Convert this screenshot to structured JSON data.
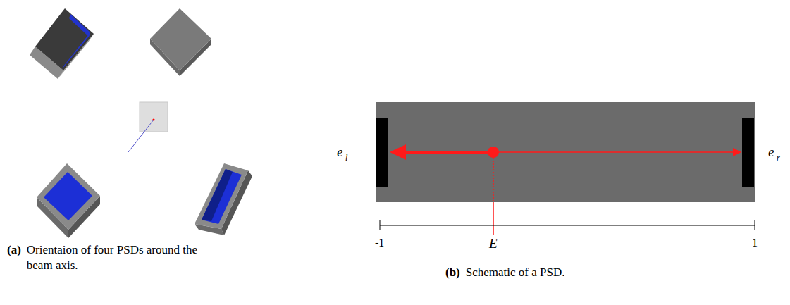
{
  "diagram": {
    "labels": [
      "(a)",
      "Orientaion of four PSDs around the beam axis.",
      "(b)",
      "Schematic of a PSD.",
      "e",
      "l",
      "e",
      "r",
      "-1",
      "E",
      "1"
    ]
  }
}
